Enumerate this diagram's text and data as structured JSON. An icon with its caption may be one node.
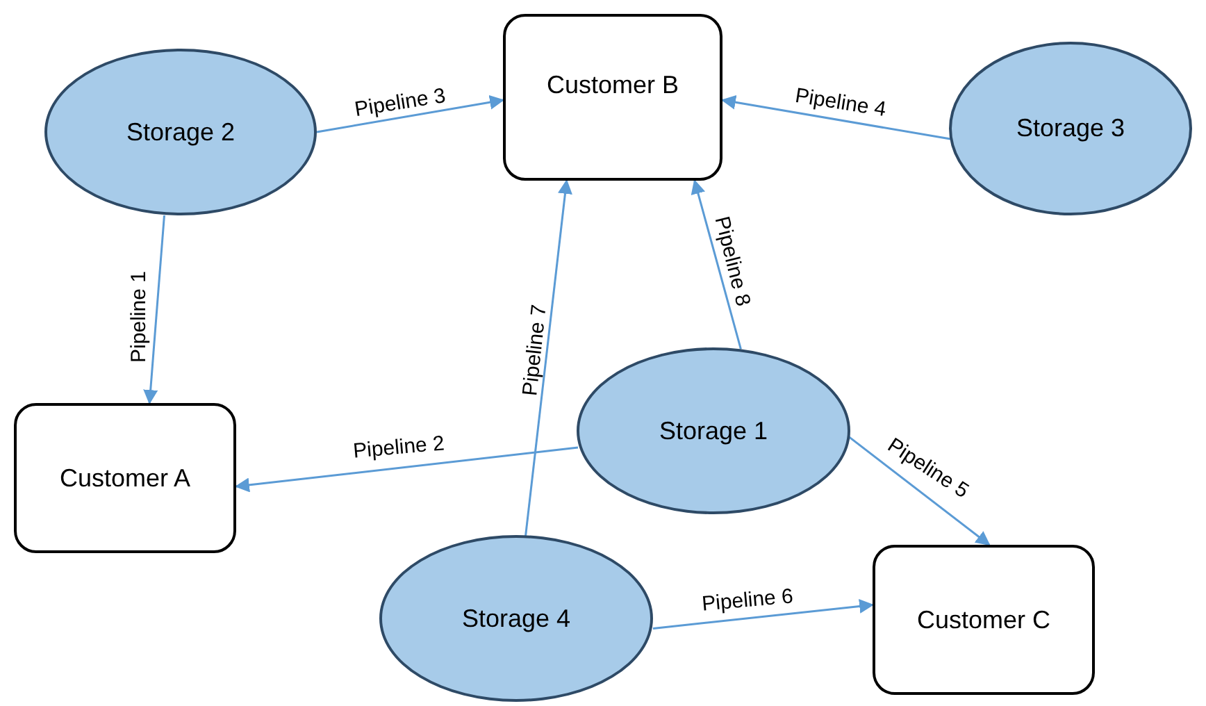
{
  "diagram": {
    "nodes": [
      {
        "text": [
          "Storage 2"
        ]
      },
      {
        "text": [
          "Customer B"
        ]
      },
      {
        "text": [
          "Storage 3"
        ]
      },
      {
        "text": [
          "Customer A"
        ]
      },
      {
        "text": [
          "Storage 1"
        ]
      },
      {
        "text": [
          "Customer C"
        ]
      },
      {
        "text": [
          "Storage 4"
        ]
      }
    ],
    "edges": [
      {
        "from": 0,
        "to": 1,
        "arrow": "to",
        "label": "Pipeline 3"
      },
      {
        "from": 2,
        "to": 1,
        "arrow": "to",
        "label": "Pipeline 4"
      },
      {
        "from": 0,
        "to": 3,
        "arrow": "to",
        "label": "Pipeline 1"
      },
      {
        "from": 6,
        "to": 1,
        "arrow": "to",
        "label": "Pipeline 7"
      },
      {
        "from": 4,
        "to": 1,
        "arrow": "to",
        "label": "Pipeline 8"
      },
      {
        "from": 4,
        "to": 3,
        "arrow": "to",
        "label": "Pipeline 2"
      },
      {
        "from": 4,
        "to": 5,
        "arrow": "to",
        "label": "Pipeline 5"
      },
      {
        "from": 6,
        "to": 5,
        "arrow": "to",
        "label": "Pipeline 6"
      }
    ]
  }
}
